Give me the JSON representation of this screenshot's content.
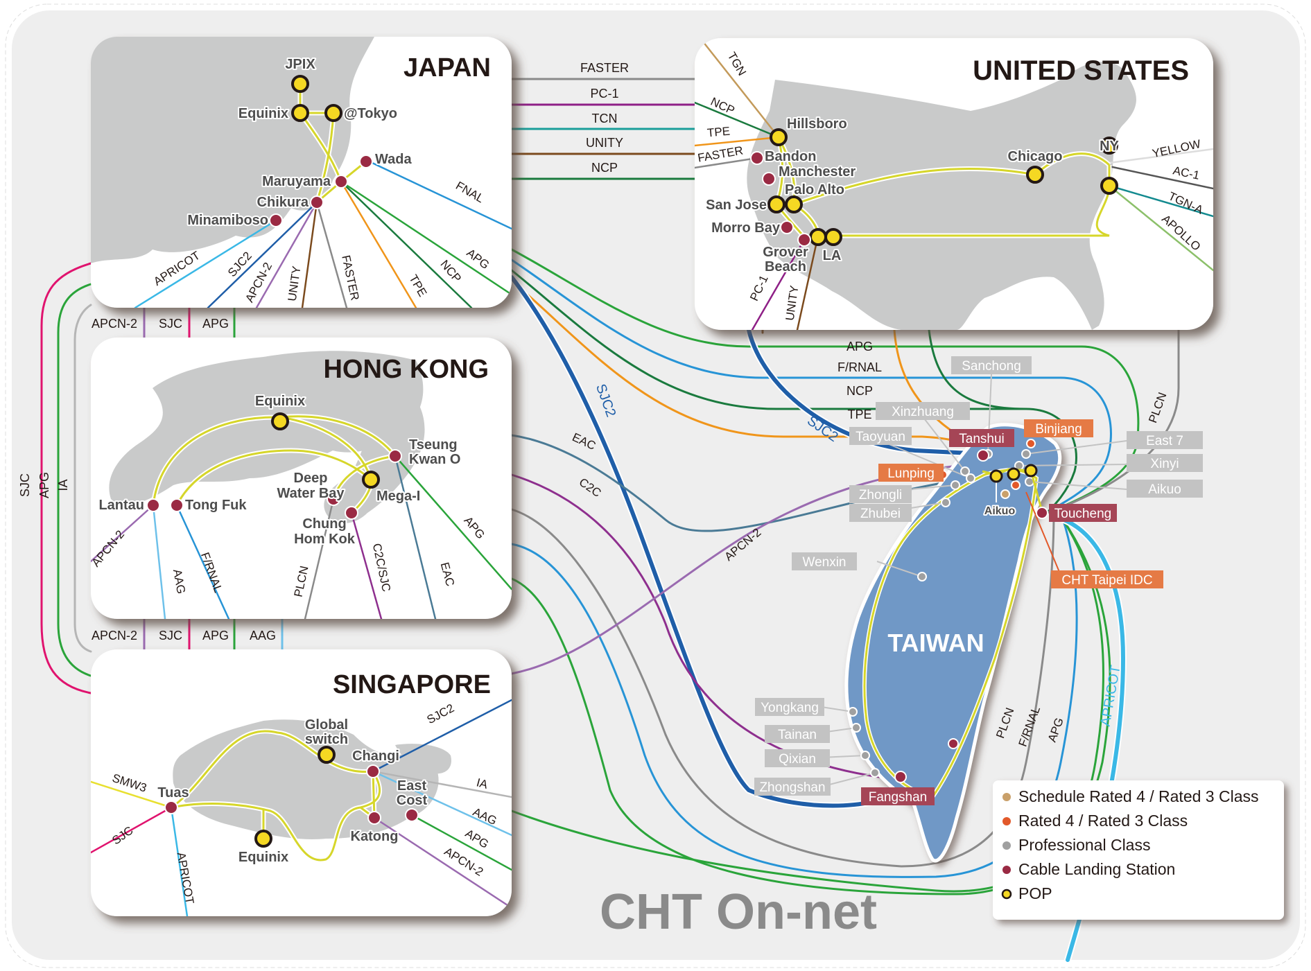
{
  "brand": "CHT On-net",
  "colors": {
    "panel_bg": "#eeeeee",
    "land": "#c9caca",
    "taiwan": "#6f98c6",
    "pop_fill": "#f5d823",
    "pop_ring": "#231815",
    "landing": "#9a2a43",
    "rated": "#e2592a",
    "schedule": "#c9a06a",
    "professional": "#a0a0a0",
    "ring": "#d6d62a",
    "tag_grey": "#c3c3c3",
    "tag_orange": "#e57a45",
    "tag_maroon": "#a54556"
  },
  "cables": {
    "FASTER": "#8a8a8a",
    "PC-1": "#8e1f86",
    "TCN": "#1a9e9a",
    "UNITY": "#7b4a1d",
    "NCP": "#1a7a3e",
    "APG": "#2aa43a",
    "F/RNAL": "#2794d6",
    "TPE": "#f0951a",
    "SJC2": "#1f5ea8",
    "APRICOT": "#3ab8e6",
    "APCN-2": "#9a6ab0",
    "SJC": "#e0136e",
    "UNITY2": "#7b4a1d",
    "TGN": "#c39a5a",
    "EAC": "#4a7a95",
    "C2C": "#8e2f8e",
    "PLCN": "#8a8a8a",
    "AAG": "#6ec1ea",
    "IA": "#b5b5b5",
    "SMW3": "#e8e030",
    "YELLOW": "#dddddd",
    "AC-1": "#555555",
    "TGN-A": "#138a8f",
    "APOLLO": "#8cc06a",
    "FNAL": "#2794d6"
  },
  "boxes": {
    "japan": {
      "title": "JAPAN",
      "pops": [
        "JPIX",
        "Equinix",
        "@Tokyo"
      ],
      "landings": [
        "Wada",
        "Maruyama",
        "Chikura",
        "Minamiboso"
      ],
      "cable_labels": [
        "FNAL",
        "APRICOT",
        "SJC2",
        "APCN-2",
        "UNITY",
        "FASTER",
        "TPE",
        "NCP",
        "APG"
      ]
    },
    "us": {
      "title": "UNITED STATES",
      "pops": [
        "Hillsboro",
        "Chicago",
        "NY",
        "Palo Alto",
        "San Jose",
        "LA"
      ],
      "landings": [
        "Bandon",
        "Manchester",
        "Morro Bay",
        "Grover Beach"
      ],
      "cable_labels": [
        "TGN",
        "NCP",
        "TPE",
        "FASTER",
        "YELLOW",
        "AC-1",
        "TGN-A",
        "APOLLO",
        "PC-1",
        "UNITY"
      ]
    },
    "hongkong": {
      "title": "HONG KONG",
      "pops": [
        "Equinix",
        "Mega-I"
      ],
      "landings": [
        "Tseung Kwan O",
        "Deep Water Bay",
        "Chung Hom Kok",
        "Lantau",
        "Tong Fuk"
      ],
      "cable_labels": [
        "APCN-2",
        "AAG",
        "F/RNAL",
        "PLCN",
        "C2C/SJC",
        "EAC",
        "APG"
      ]
    },
    "singapore": {
      "title": "SINGAPORE",
      "pops": [
        "Global switch",
        "Equinix"
      ],
      "landings": [
        "Tuas",
        "Changi",
        "East Cost",
        "Katong"
      ],
      "cable_labels": [
        "SJC2",
        "IA",
        "AAG",
        "APG",
        "APCN-2",
        "SMW3",
        "SJC",
        "APRICOT"
      ]
    }
  },
  "links": {
    "japan_us": [
      "FASTER",
      "PC-1",
      "TCN",
      "UNITY",
      "NCP"
    ],
    "japan_hk_strip": [
      "APCN-2",
      "SJC",
      "APG"
    ],
    "hk_sg_strip": [
      "APCN-2",
      "SJC",
      "APG",
      "AAG"
    ],
    "left_loop": [
      "SJC",
      "APG",
      "IA"
    ],
    "to_taiwan_north": [
      "APG",
      "F/RNAL",
      "NCP",
      "TPE"
    ],
    "mid_labels": [
      "SJC2",
      "SJC2",
      "EAC",
      "C2C",
      "APCN-2"
    ],
    "east_labels": [
      "PLCN",
      "PLCN",
      "F/RNAL",
      "APG",
      "APRICOT"
    ]
  },
  "taiwan": {
    "title": "TAIWAN",
    "grey_tags": [
      "Sanchong",
      "Xinzhuang",
      "Taoyuan",
      "Zhongli",
      "Zhubei",
      "East 7",
      "Xinyi",
      "Aikuo",
      "Wenxin",
      "Yongkang",
      "Tainan",
      "Qixian",
      "Zhongshan"
    ],
    "orange_tags": [
      "Binjiang",
      "Lunping",
      "CHT Taipei IDC"
    ],
    "maroon_tags": [
      "Tanshui",
      "Toucheng",
      "Fangshan"
    ],
    "aikuo_label": "Aikuo"
  },
  "legend": [
    {
      "label": "Schedule Rated 4 / Rated 3 Class",
      "kind": "schedule"
    },
    {
      "label": "Rated 4 / Rated 3 Class",
      "kind": "rated"
    },
    {
      "label": "Professional Class",
      "kind": "professional"
    },
    {
      "label": "Cable Landing Station",
      "kind": "landing"
    },
    {
      "label": "POP",
      "kind": "pop"
    }
  ]
}
